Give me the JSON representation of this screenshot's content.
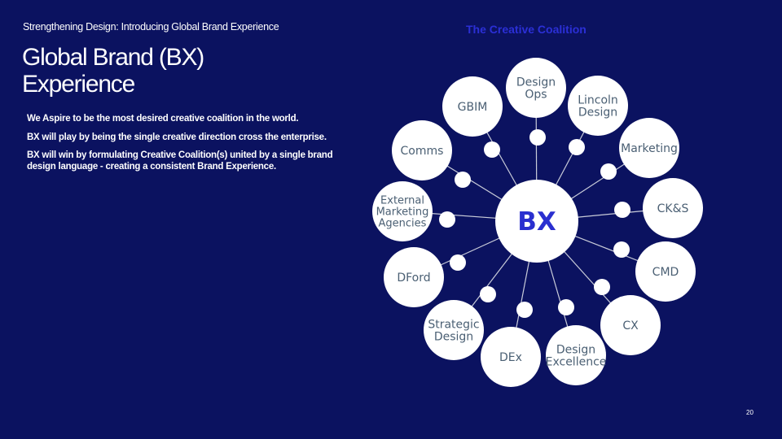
{
  "slide": {
    "eyebrow": "Strengthening Design: Introducing Global Brand Experience",
    "title_line1": "Global Brand (BX)",
    "title_line2": "Experience",
    "bullets": [
      "We Aspire to be the most desired creative coalition in the world.",
      "BX will play by being the single creative direction cross the enterprise.",
      "BX will win by formulating Creative Coalition(s) united by a single brand design language -  creating a consistent Brand Experience."
    ],
    "diagram_title": "The Creative Coalition",
    "page_number": "20"
  },
  "diagram": {
    "hub": "BX",
    "hub_color": "#2a2fcf",
    "line_color": "#c9ccd9",
    "node_fill": "#ffffff",
    "node_text_color": "#4a5f73",
    "nodes": [
      {
        "id": "gbim",
        "lines": [
          "GBIM"
        ]
      },
      {
        "id": "design-ops",
        "lines": [
          "Design",
          "Ops"
        ]
      },
      {
        "id": "lincoln-design",
        "lines": [
          "Lincoln",
          "Design"
        ]
      },
      {
        "id": "marketing",
        "lines": [
          "Marketing"
        ]
      },
      {
        "id": "cks",
        "lines": [
          "CK&S"
        ]
      },
      {
        "id": "cmd",
        "lines": [
          "CMD"
        ]
      },
      {
        "id": "cx",
        "lines": [
          "CX"
        ]
      },
      {
        "id": "design-excellence",
        "lines": [
          "Design",
          "Excellence"
        ]
      },
      {
        "id": "dex",
        "lines": [
          "DEx"
        ]
      },
      {
        "id": "strategic-design",
        "lines": [
          "Strategic",
          "Design"
        ]
      },
      {
        "id": "dford",
        "lines": [
          "DFord"
        ]
      },
      {
        "id": "external-marketing-agencies",
        "lines": [
          "External",
          "Marketing",
          "Agencies"
        ]
      },
      {
        "id": "comms",
        "lines": [
          "Comms"
        ]
      }
    ]
  }
}
